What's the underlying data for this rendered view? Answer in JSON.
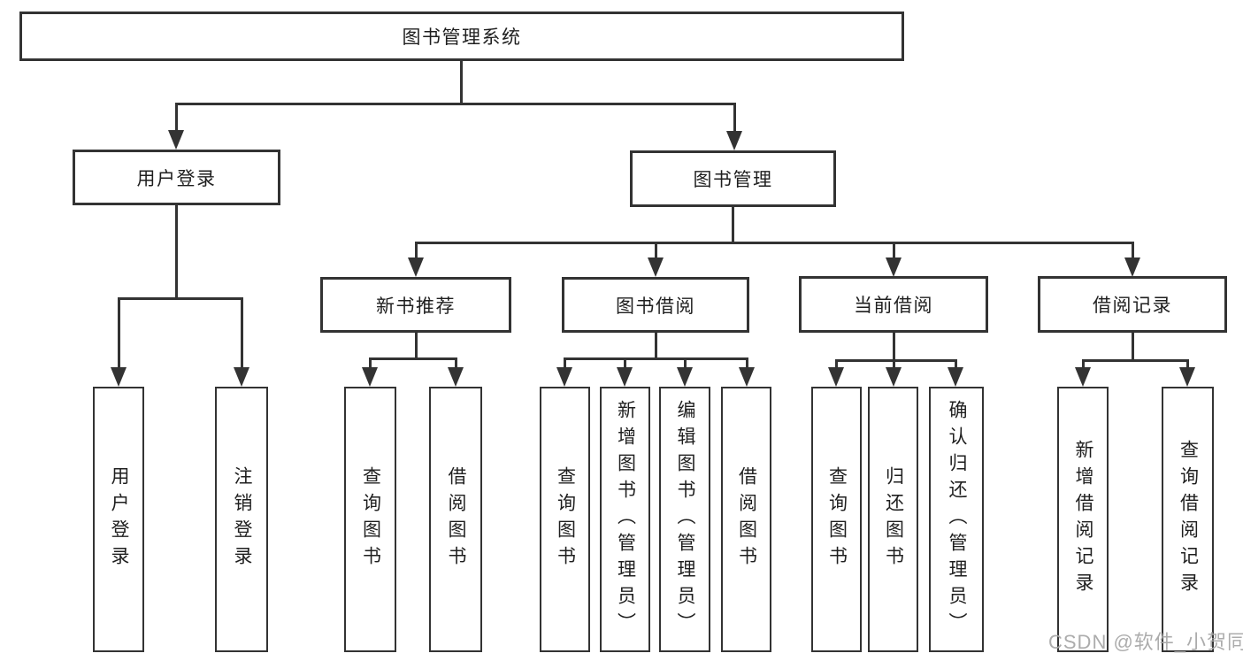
{
  "diagram": {
    "title": "图书管理系统",
    "branches": [
      {
        "label": "用户登录",
        "children": [
          {
            "label": "用户登录"
          },
          {
            "label": "注销登录"
          }
        ]
      },
      {
        "label": "图书管理",
        "children": [
          {
            "label": "新书推荐",
            "children": [
              {
                "label": "查询图书"
              },
              {
                "label": "借阅图书"
              }
            ]
          },
          {
            "label": "图书借阅",
            "children": [
              {
                "label": "查询图书"
              },
              {
                "label": "新增图书（管理员）"
              },
              {
                "label": "编辑图书（管理员）"
              },
              {
                "label": "借阅图书"
              }
            ]
          },
          {
            "label": "当前借阅",
            "children": [
              {
                "label": "查询图书"
              },
              {
                "label": "归还图书"
              },
              {
                "label": "确认归还（管理员）"
              }
            ]
          },
          {
            "label": "借阅记录",
            "children": [
              {
                "label": "新增借阅记录"
              },
              {
                "label": "查询借阅记录"
              }
            ]
          }
        ]
      }
    ]
  },
  "watermark": "CSDN @软件_小贺同学",
  "colors": {
    "line": "#333333",
    "text": "#1f1f1f",
    "background": "#ffffff",
    "watermark": "#a8a8a8"
  }
}
